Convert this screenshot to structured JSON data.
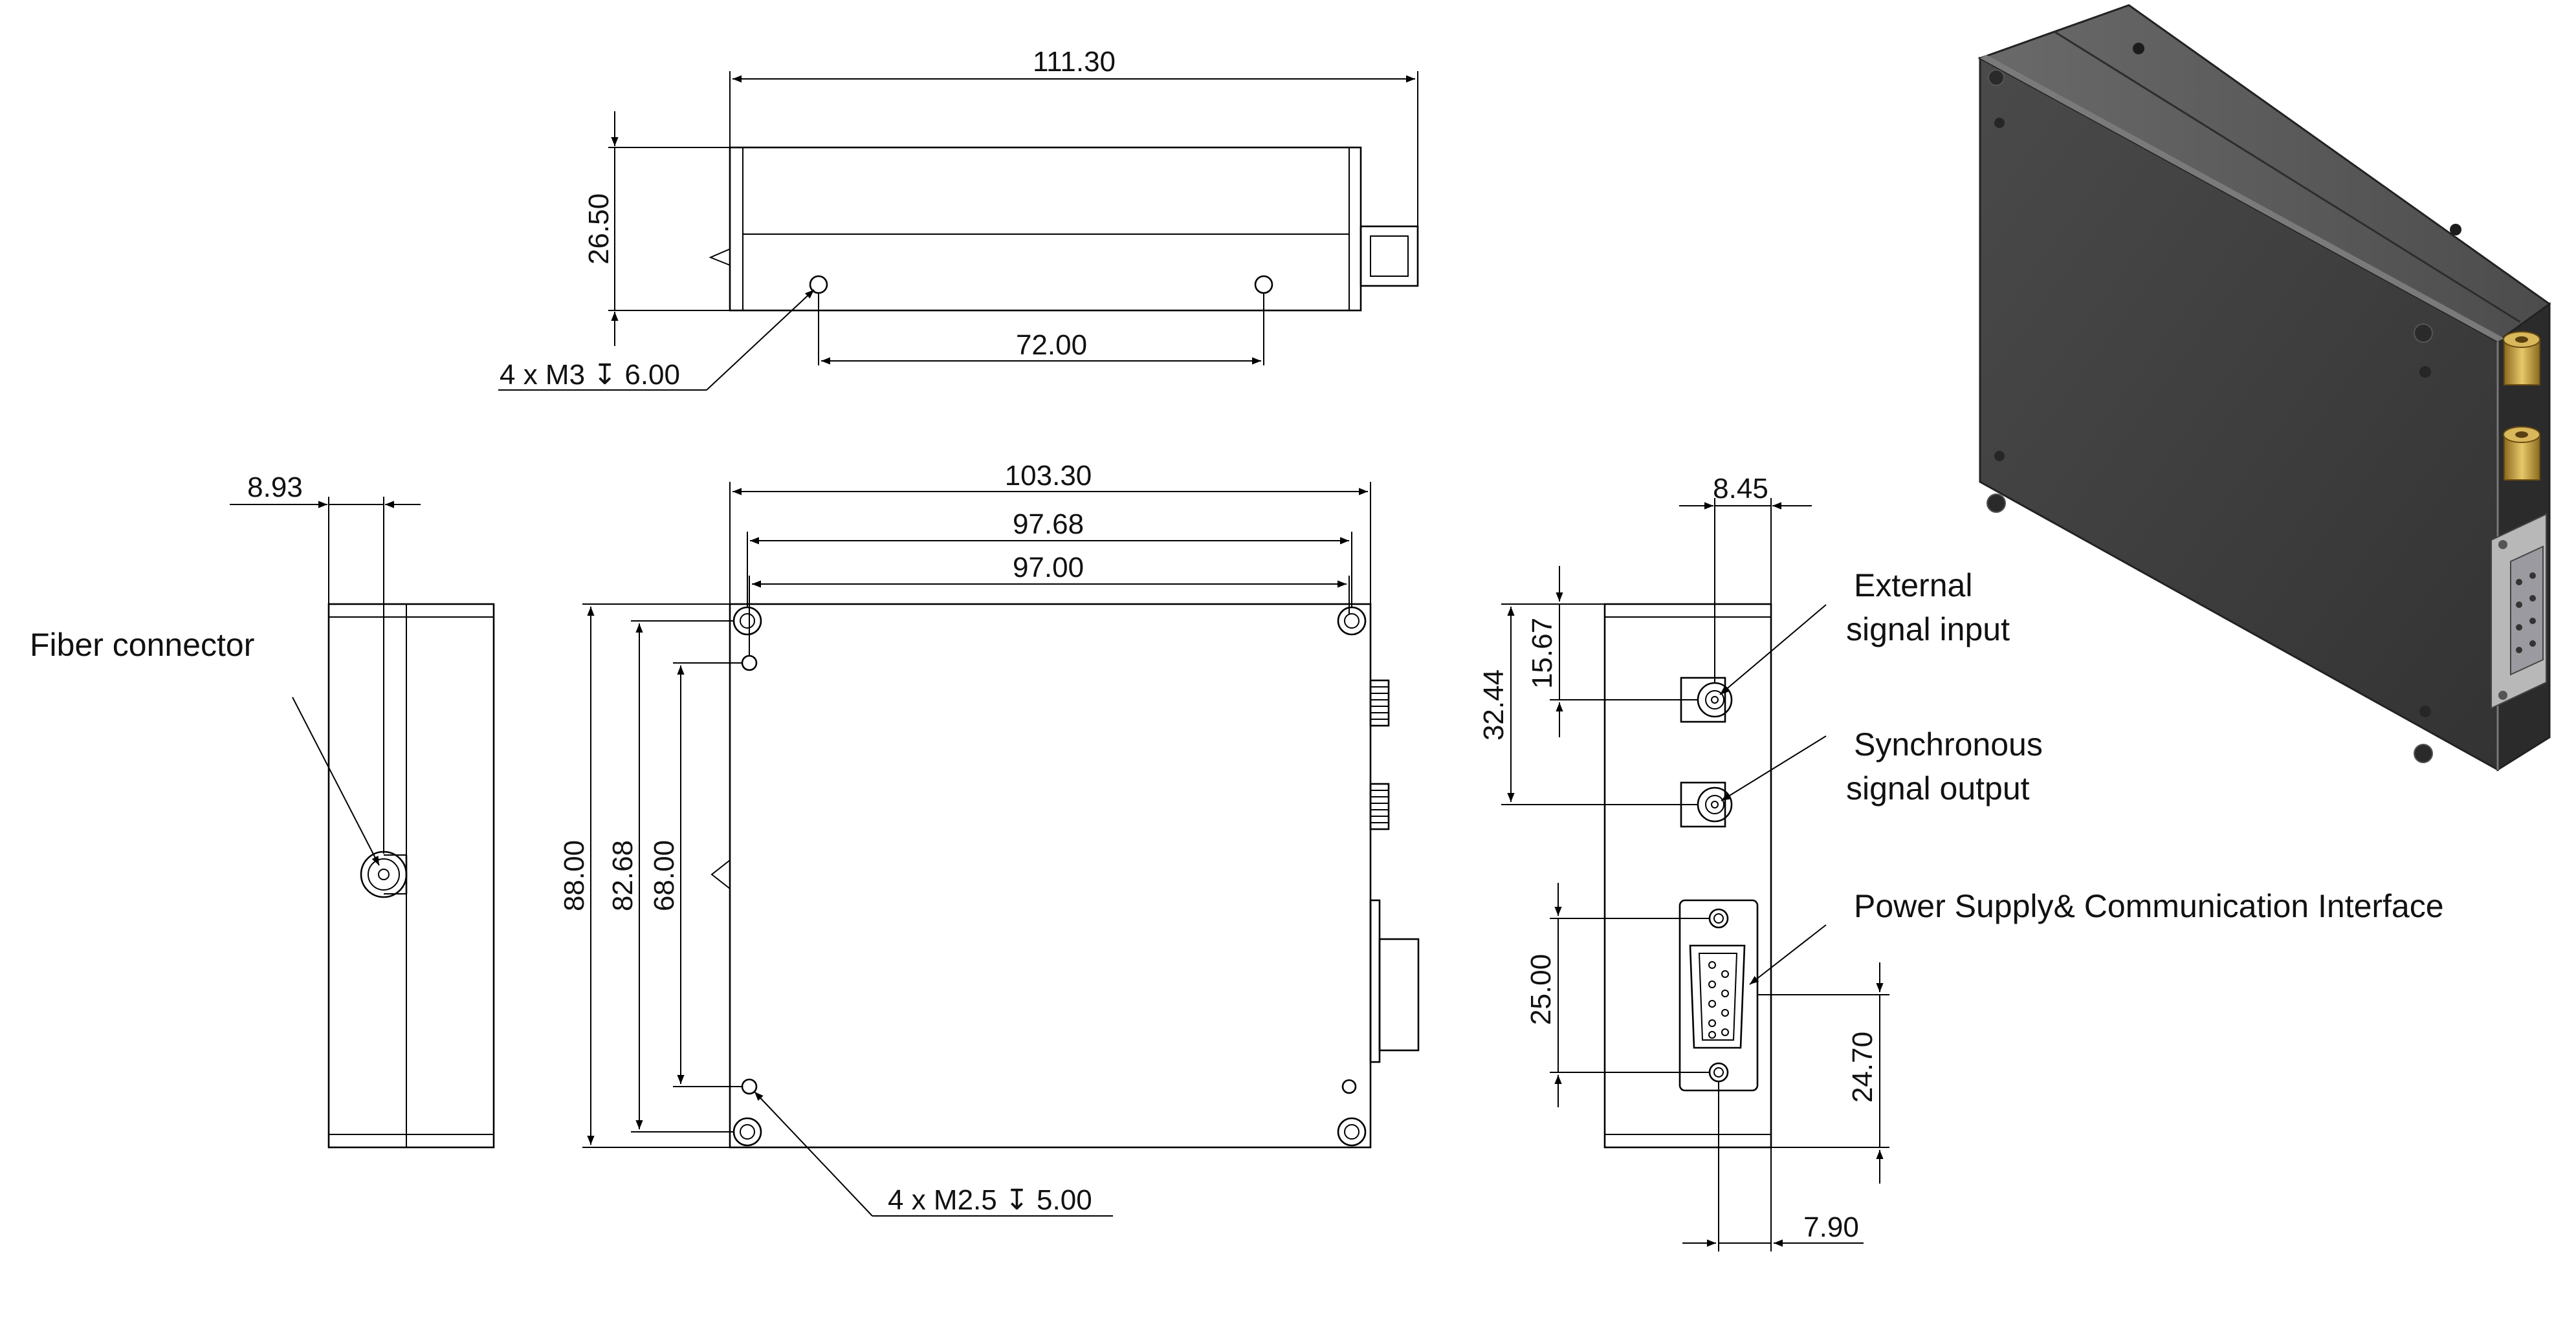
{
  "dimensions": {
    "top_length": "111.30",
    "top_height": "26.50",
    "top_hole_spacing": "72.00",
    "top_holes_note": "4 x  M3 ↧ 6.00",
    "side_connector_offset": "8.93",
    "front_width": "103.30",
    "front_width_inner": "97.68",
    "front_hole_spacing_x": "97.00",
    "front_height": "88.00",
    "front_height_inner": "82.68",
    "front_hole_spacing_y": "68.00",
    "front_holes_note": "4 x  M2.5 ↧ 5.00",
    "right_offset_x": "8.45",
    "right_sma_top": "15.67",
    "right_sma_span": "32.44",
    "right_db9_holes": "25.00",
    "right_db9_center": "24.70",
    "right_db9_offset_x": "7.90"
  },
  "labels": {
    "fiber_connector": "Fiber connector",
    "external_line1": "External",
    "external_line2": "signal input",
    "sync_line1": "Synchronous",
    "sync_line2": "signal output",
    "power_interface": "Power Supply& Communication Interface"
  },
  "colors": {
    "housing_dark": "#3b3b3b",
    "housing_top": "#5a5a5a",
    "housing_side": "#2a2a2a",
    "sma_gold": "#c8a64a"
  },
  "icons": {
    "product_render": "module-3d-render"
  }
}
